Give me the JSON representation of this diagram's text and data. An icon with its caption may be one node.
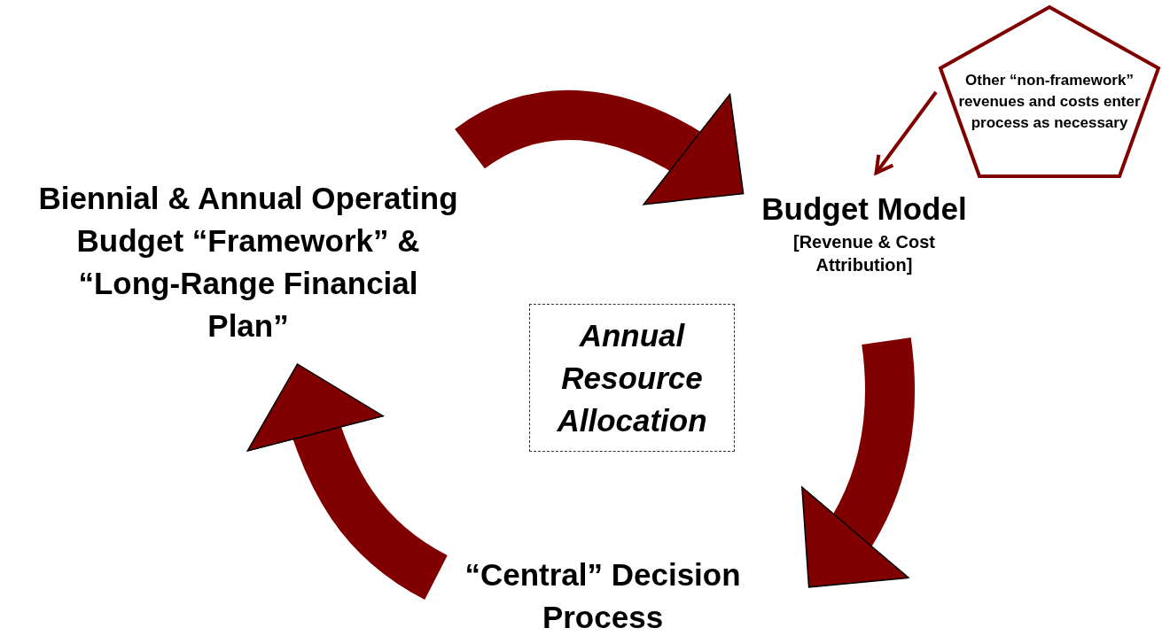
{
  "diagram": {
    "nodes": [
      {
        "text": [
          "Biennial & Annual Operating Budget “Framework” & “Long-Range Financial Plan”"
        ]
      },
      {
        "text": [
          "Budget Model",
          "[Revenue & Cost Attribution]"
        ]
      },
      {
        "text": [
          "“Central” Decision Process"
        ]
      },
      {
        "text": [
          "Annual Resource Allocation"
        ]
      },
      {
        "text": [
          "Other “non-framework” revenues and costs enter process as necessary"
        ]
      }
    ],
    "edges": [
      {
        "from": 0,
        "to": 1,
        "arrow": "to"
      },
      {
        "from": 1,
        "to": 2,
        "arrow": "to"
      },
      {
        "from": 2,
        "to": 0,
        "arrow": "to"
      },
      {
        "from": 4,
        "to": 1,
        "arrow": "to"
      }
    ]
  }
}
